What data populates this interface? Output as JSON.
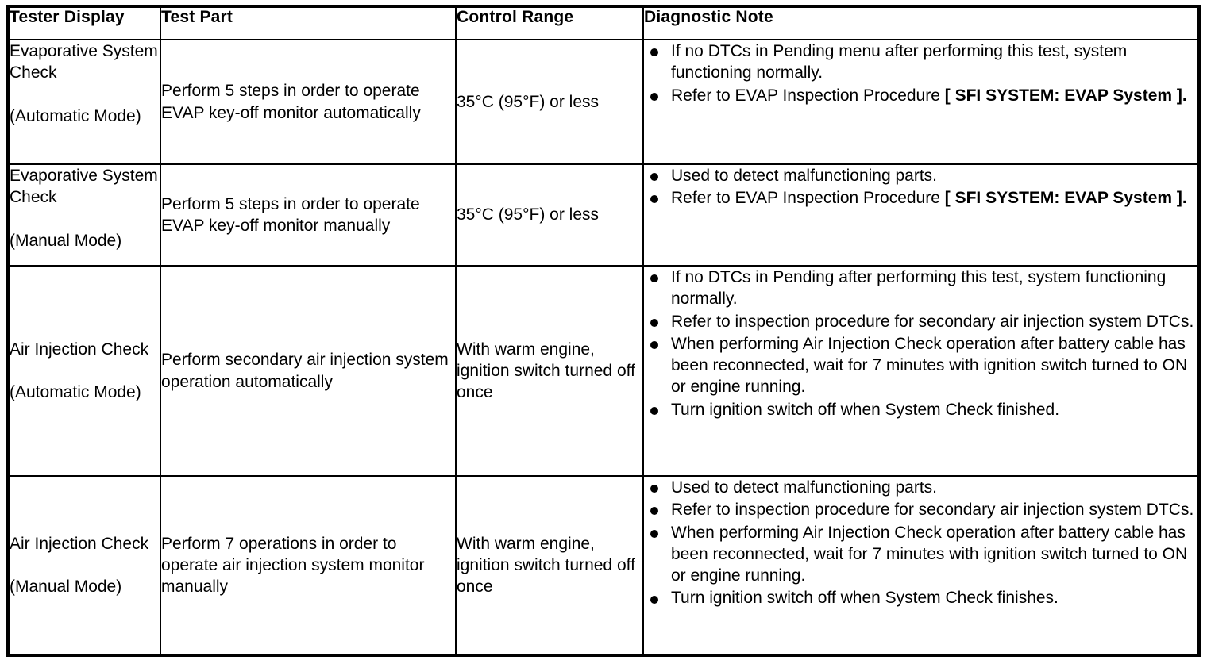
{
  "table": {
    "columns": [
      {
        "key": "tester_display",
        "label": "Tester Display"
      },
      {
        "key": "test_part",
        "label": "Test Part"
      },
      {
        "key": "control_range",
        "label": "Control Range"
      },
      {
        "key": "diagnostic_note",
        "label": "Diagnostic Note"
      }
    ],
    "rows": [
      {
        "tester_display_name": "Evaporative System Check",
        "tester_display_mode": "(Automatic Mode)",
        "test_part": "Perform 5 steps in order to operate EVAP key-off monitor automatically",
        "control_range": "35°C (95°F) or less",
        "notes": [
          {
            "text": "If no DTCs in Pending menu after performing this test, system functioning normally.",
            "bold_tail": ""
          },
          {
            "text": "Refer to EVAP Inspection Procedure ",
            "bold_tail": "[ SFI SYSTEM: EVAP System ]."
          }
        ]
      },
      {
        "tester_display_name": "Evaporative System Check",
        "tester_display_mode": "(Manual Mode)",
        "test_part": "Perform 5 steps in order to operate EVAP key-off monitor manually",
        "control_range": "35°C (95°F) or less",
        "notes": [
          {
            "text": "Used to detect malfunctioning parts.",
            "bold_tail": ""
          },
          {
            "text": "Refer to EVAP Inspection Procedure ",
            "bold_tail": "[ SFI SYSTEM: EVAP System ]."
          }
        ]
      },
      {
        "tester_display_name": "Air Injection Check",
        "tester_display_mode": "(Automatic Mode)",
        "test_part": "Perform secondary air injection system operation automatically",
        "control_range": "With warm engine, ignition switch turned off once",
        "notes": [
          {
            "text": "If no DTCs in Pending after performing this test, system functioning normally.",
            "bold_tail": ""
          },
          {
            "text": "Refer to inspection procedure for secondary air injection system DTCs.",
            "bold_tail": ""
          },
          {
            "text": "When performing Air Injection Check operation after battery cable has been reconnected, wait for 7 minutes with ignition switch turned to ON or engine running.",
            "bold_tail": ""
          },
          {
            "text": "Turn ignition switch off when System Check finished.",
            "bold_tail": ""
          }
        ]
      },
      {
        "tester_display_name": "Air Injection Check",
        "tester_display_mode": "(Manual Mode)",
        "test_part": "Perform 7 operations in order to operate air injection system monitor manually",
        "control_range": "With warm engine, ignition switch turned off once",
        "notes": [
          {
            "text": "Used to detect malfunctioning parts.",
            "bold_tail": ""
          },
          {
            "text": "Refer to inspection procedure for secondary air injection system DTCs.",
            "bold_tail": ""
          },
          {
            "text": "When performing Air Injection Check operation after battery cable has been reconnected, wait for 7 minutes with ignition switch turned to ON or engine running.",
            "bold_tail": ""
          },
          {
            "text": "Turn ignition switch off when System Check finishes.",
            "bold_tail": ""
          }
        ]
      }
    ]
  },
  "style": {
    "text_color": "#000000",
    "background_color": "#ffffff",
    "border_color": "#000000"
  }
}
